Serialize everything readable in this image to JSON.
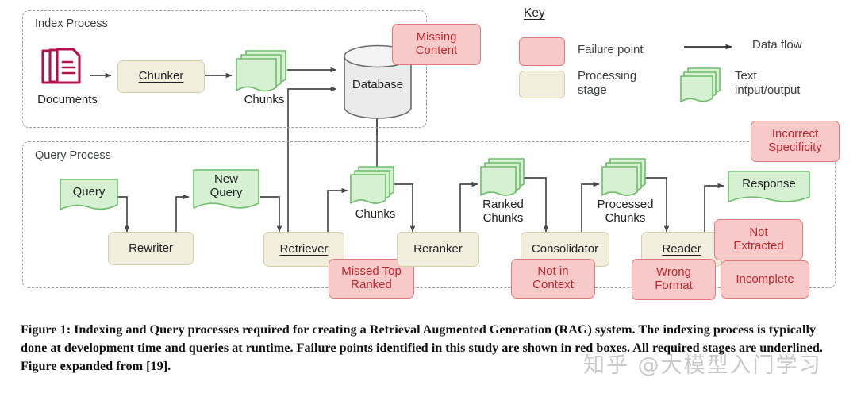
{
  "figure": {
    "caption": "Figure 1: Indexing and Query processes required for creating a Retrieval Augmented Generation (RAG) system. The indexing process is typically done at development time and queries at runtime. Failure points identified in this study are shown in red boxes. All required stages are underlined. Figure expanded from [19].",
    "watermark": "知乎 @大模型入门学习"
  },
  "index_process": {
    "label": "Index Process",
    "documents_label": "Documents",
    "chunker_label": "Chunker",
    "chunks_label": "Chunks",
    "database_label": "Database",
    "missing_content_label": "Missing\nContent"
  },
  "query_process": {
    "label": "Query Process",
    "query_label": "Query",
    "rewriter_label": "Rewriter",
    "new_query_label": "New\nQuery",
    "retriever_label": "Retriever",
    "missed_top_ranked_label": "Missed Top\nRanked",
    "chunks_label": "Chunks",
    "reranker_label": "Reranker",
    "ranked_chunks_label": "Ranked\nChunks",
    "consolidator_label": "Consolidator",
    "not_in_context_label": "Not in\nContext",
    "processed_chunks_label": "Processed\nChunks",
    "reader_label": "Reader",
    "wrong_format_label": "Wrong\nFormat",
    "not_extracted_label": "Not\nExtracted",
    "incomplete_label": "Incomplete",
    "response_label": "Response",
    "incorrect_specificity_label": "Incorrect\nSpecificity"
  },
  "key": {
    "title": "Key",
    "failure_point_label": "Failure point",
    "processing_stage_label": "Processing\nstage",
    "data_flow_label": "Data flow",
    "text_io_label": "Text\nintput/output"
  },
  "colors": {
    "failure_fill": "#f8c9c9",
    "failure_border": "#e07a7a",
    "failure_text": "#c0272d",
    "stage_fill": "#f2eedd",
    "stage_border": "#d6cfa8",
    "textio_fill": "#d6f0d2",
    "textio_border": "#6dbd6a",
    "documents_icon": "#b3124f",
    "database_fill": "#ebebeb",
    "database_border": "#6b6b6b",
    "arrow": "#4a4a4a",
    "container_border": "#9aa0a6"
  }
}
